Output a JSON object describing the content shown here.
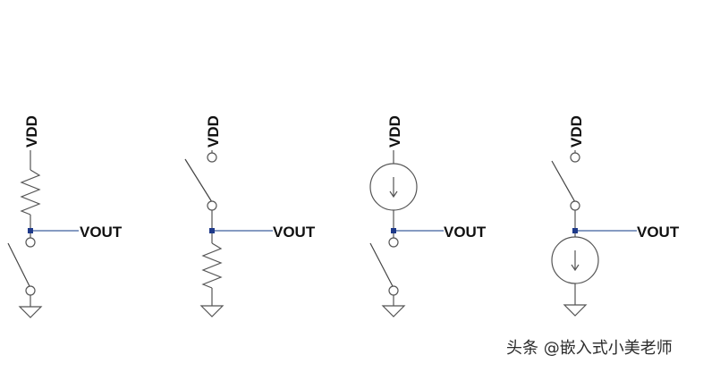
{
  "circuits": [
    {
      "id": "c1",
      "supply_label": "VDD",
      "output_label": "VOUT",
      "top": "resistor",
      "bottom": "switch"
    },
    {
      "id": "c2",
      "supply_label": "VDD",
      "output_label": "VOUT",
      "top": "switch",
      "bottom": "resistor"
    },
    {
      "id": "c3",
      "supply_label": "VDD",
      "output_label": "VOUT",
      "top": "current-source",
      "bottom": "switch"
    },
    {
      "id": "c4",
      "supply_label": "VDD",
      "output_label": "VOUT",
      "top": "switch",
      "bottom": "current-source"
    }
  ],
  "watermark": "头条 @嵌入式小美老师",
  "colors": {
    "wire": "#555555",
    "output_wire": "#3d5f9e",
    "node": "#1f3a8a"
  }
}
